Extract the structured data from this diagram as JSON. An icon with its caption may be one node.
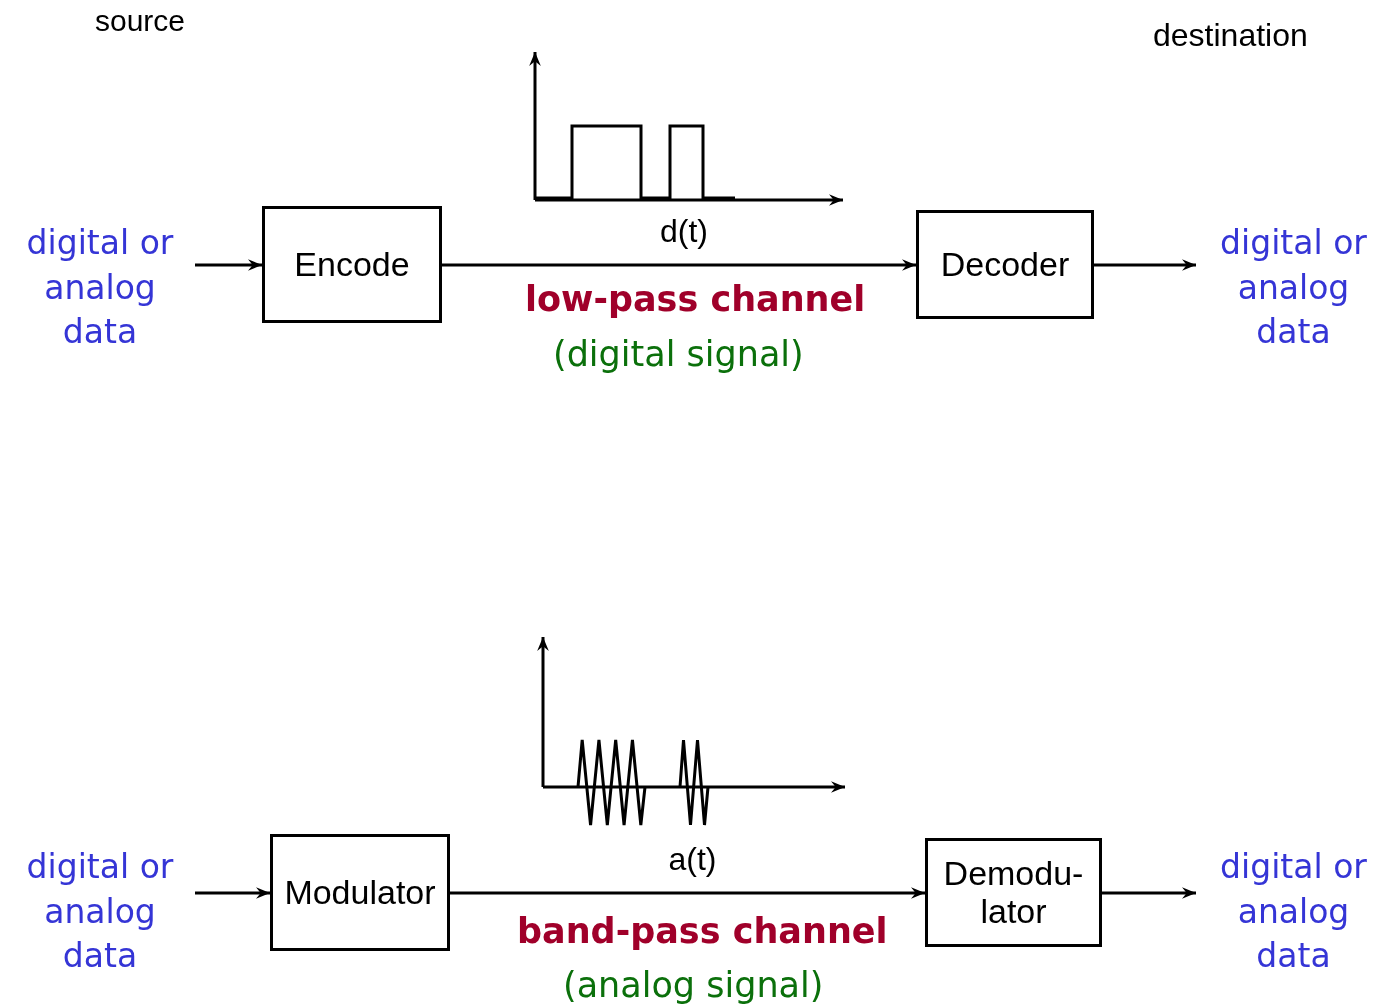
{
  "diagram": {
    "nodes": [
      {
        "text": [
          "digital or analog data"
        ]
      },
      {
        "text": [
          "Encode"
        ]
      },
      {
        "text": [
          "Decoder"
        ]
      },
      {
        "text": [
          "digital or analog data"
        ]
      },
      {
        "text": [
          "digital or analog data"
        ]
      },
      {
        "text": [
          "Modulator"
        ]
      },
      {
        "text": [
          "Demodu- lator"
        ]
      },
      {
        "text": [
          "digital or analog data"
        ]
      }
    ],
    "edges": [
      {
        "from": 0,
        "to": 1,
        "arrow": "to"
      },
      {
        "from": 1,
        "to": 2,
        "arrow": "to",
        "label": "d(t)"
      },
      {
        "from": 2,
        "to": 3,
        "arrow": "to"
      },
      {
        "from": 4,
        "to": 5,
        "arrow": "to"
      },
      {
        "from": 5,
        "to": 6,
        "arrow": "to",
        "label": "a(t)"
      },
      {
        "from": 6,
        "to": 7,
        "arrow": "to"
      }
    ],
    "labels": [
      "source",
      "destination",
      "low-pass channel",
      "(digital signal)",
      "band-pass channel",
      "(analog signal)"
    ]
  }
}
